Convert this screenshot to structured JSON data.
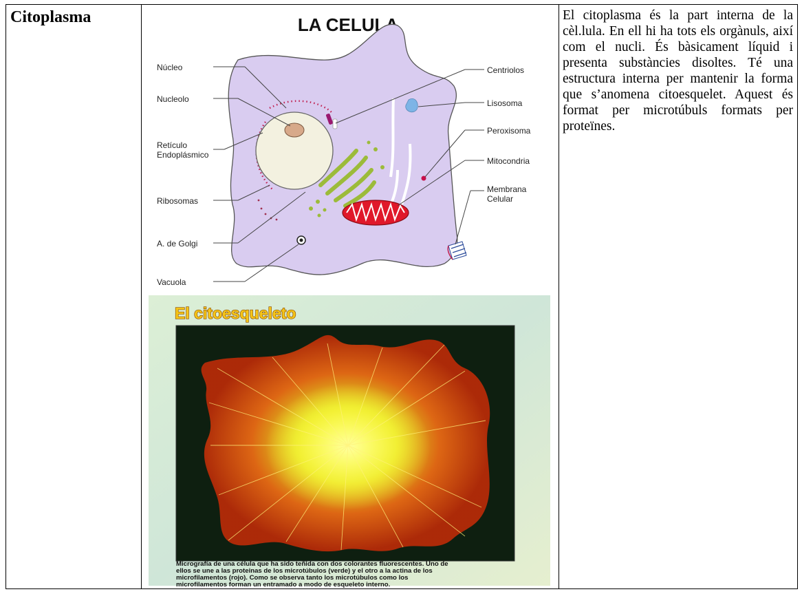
{
  "section": {
    "heading": "Citoplasma"
  },
  "diagram": {
    "title": "LA CELULA",
    "labels_left": [
      "Núcleo",
      "Nucleolo",
      "Retículo",
      "Endoplásmico",
      "Ribosomas",
      "A. de Golgi",
      "Vacuola"
    ],
    "labels_right": [
      "Centriolos",
      "Lisosoma",
      "Peroxisoma",
      "Mitocondria",
      "Membrana",
      "Celular"
    ]
  },
  "micrograph": {
    "title": "El citoesqueleto",
    "caption_lines": [
      "Micrografía de una célula que ha sido teñida con dos colorantes fluorescentes. Uno de",
      "ellos se une a las proteinas de los microtúbulos (verde) y el otro a la actina de los",
      "microfilamentos (rojo). Como se observa tanto los microtúbulos como los",
      "microfilamentos forman un entramado a modo de esqueleto interno."
    ]
  },
  "description": "El citoplasma és la part interna de la cèl.lula. En ell hi ha tots els orgànuls, així com el nucli. És bàsicament líquid i presenta substàncies disoltes. Té una estructura interna per mantenir la forma que s’anomena citoesquelet. Aquest és format per microtúbuls formats per proteïnes.",
  "colors": {
    "cytoplasm": "#d9ccf0",
    "membrane": "#555555",
    "nucleus": "#f3f1e0",
    "nucleolus": "#d7a98a",
    "golgi": "#9cbb3a",
    "mitochondria": "#e0182a",
    "lysosome": "#7db4e6",
    "micrograph_bg": "#0e1f10",
    "micrograph_title": "#f5c518"
  }
}
